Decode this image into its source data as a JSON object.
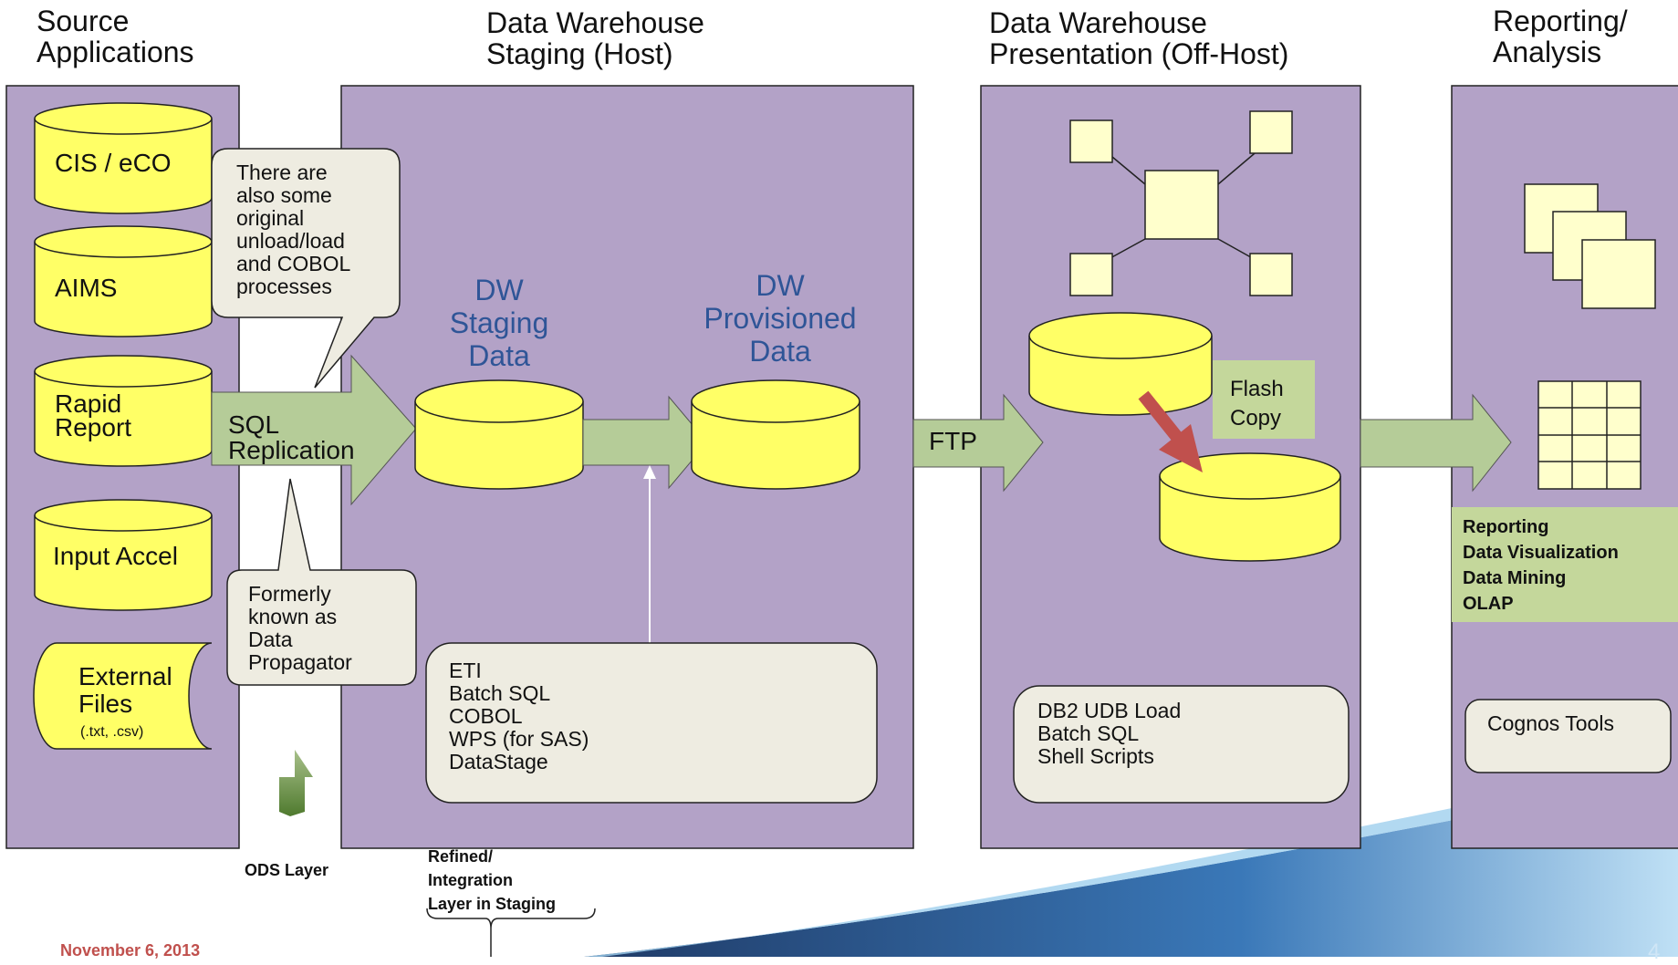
{
  "headers": {
    "source": "Source\nApplications",
    "staging": "Data Warehouse\nStaging (Host)",
    "presentation": "Data Warehouse\nPresentation (Off-Host)",
    "reporting": "Reporting/\nAnalysis"
  },
  "sources": [
    "CIS / eCO",
    "AIMS",
    "Rapid\nReport",
    "Input Accel"
  ],
  "external_files": {
    "title": "External\nFiles",
    "ext": "(.txt, .csv)"
  },
  "callouts": {
    "original": "There are\nalso some\noriginal\nunload/load\nand COBOL\nprocesses",
    "formerly": "Formerly\nknown as\nData\nPropagator"
  },
  "arrows": {
    "sql_replication": "SQL\nReplication",
    "ftp": "FTP"
  },
  "staging": {
    "staging_data": "DW\nStaging\nData",
    "provisioned_data": "DW\nProvisioned\nData",
    "tools": "ETI\nBatch SQL\nCOBOL\nWPS (for SAS)\nDataStage"
  },
  "presentation": {
    "flash_copy": "Flash\nCopy",
    "tools": "DB2 UDB Load\nBatch SQL\nShell Scripts"
  },
  "reporting": {
    "capabilities": "Reporting\nData Visualization\nData Mining\nOLAP",
    "tools": "Cognos Tools"
  },
  "footer": {
    "ods_layer": "ODS Layer",
    "refined_layer": "Refined/\nIntegration\nLayer in Staging",
    "date": "November 6, 2013",
    "page": "4"
  },
  "colors": {
    "panel": "#b3a2c7",
    "cylinder": "#ffff66",
    "arrow": "#b5cc98",
    "callout": "#eeece1",
    "light_square": "#ffffcc",
    "flash_arrow": "#c0504d",
    "label_blue": "#2f5597"
  }
}
